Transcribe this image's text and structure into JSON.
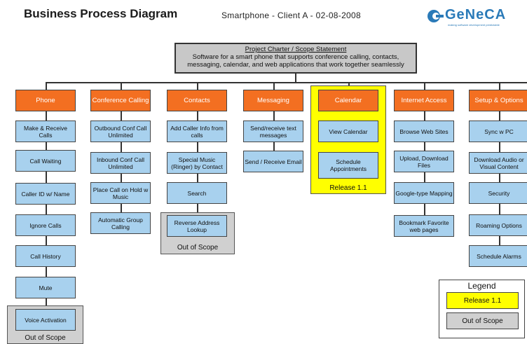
{
  "header": {
    "title": "Business Process Diagram",
    "subtitle": "Smartphone - Client A - 02-08-2008",
    "logo_text": "GeNeCA",
    "logo_tagline": "making software development predictable"
  },
  "charter": {
    "heading": "Project Charter / Scope Statement",
    "text": "Software for a smart phone that supports conference calling, contacts, messaging, calendar, and web applications that work together seamlessly"
  },
  "colors": {
    "header_box": "#f36f21",
    "item_box": "#a8d1ee",
    "release": "#ffff00",
    "out_of_scope": "#d0d0d0",
    "charter_box": "#c8c8c8"
  },
  "columns": [
    {
      "name": "Phone",
      "items": [
        "Make & Receive Calls",
        "Call Waiting",
        "Caller ID w/ Name",
        "Ignore Calls",
        "Call History",
        "Mute",
        "Voice Activation"
      ]
    },
    {
      "name": "Conference Calling",
      "items": [
        "Outbound Conf Call Unlimited",
        "Inbound Conf Call Unlimited",
        "Place Call on Hold w Music",
        "Automatic Group Calling"
      ]
    },
    {
      "name": "Contacts",
      "items": [
        "Add Caller Info from calls",
        "Special Music (Ringer) by Contact",
        "Search",
        "Reverse Address Lookup"
      ]
    },
    {
      "name": "Messaging",
      "items": [
        "Send/receive text messages",
        "Send / Receive Email"
      ]
    },
    {
      "name": "Calendar",
      "items": [
        "View Calendar",
        "Schedule Appointments"
      ]
    },
    {
      "name": "Internet Access",
      "items": [
        "Browse Web Sites",
        "Upload, Download Files",
        "Google-type Mapping",
        "Bookmark Favorite web pages"
      ]
    },
    {
      "name": "Setup & Options",
      "items": [
        "Sync w PC",
        "Download Audio or Visual Content",
        "Security",
        "Roaming Options",
        "Schedule Alarms"
      ]
    }
  ],
  "groups": {
    "release": "Release 1.1",
    "out_of_scope": "Out of Scope"
  },
  "legend": {
    "title": "Legend",
    "release": "Release 1.1",
    "out_of_scope": "Out of Scope"
  }
}
